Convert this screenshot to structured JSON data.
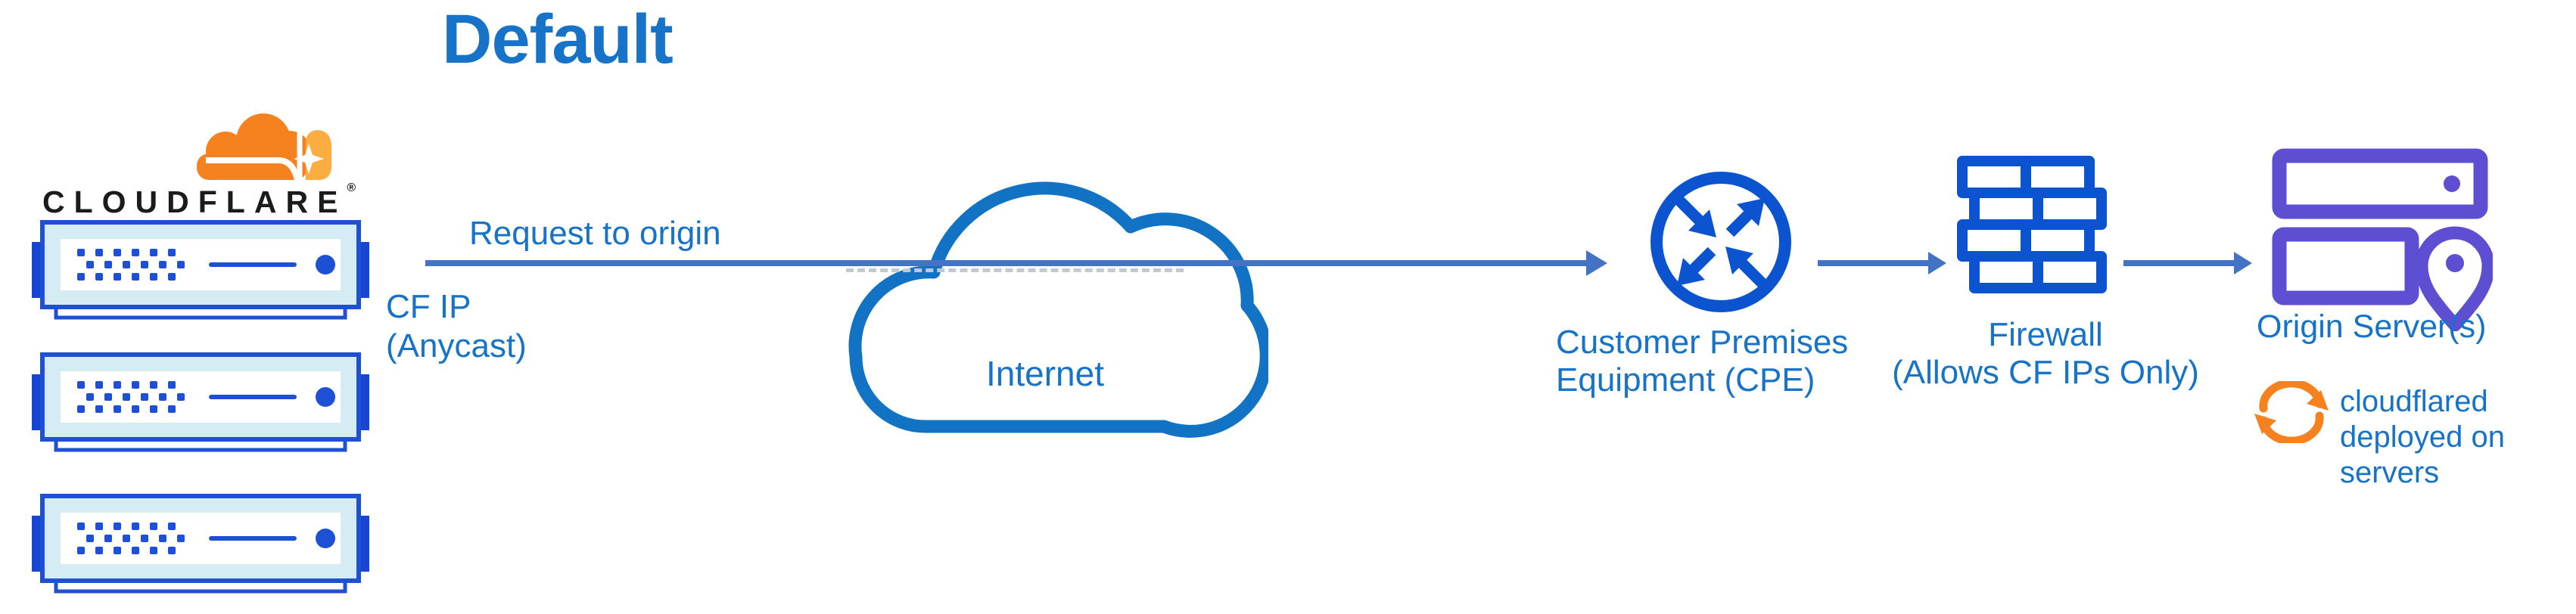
{
  "title": "Default",
  "logo": {
    "wordmark": "CLOUDFLARE",
    "registered": "®"
  },
  "labels": {
    "request": "Request to origin",
    "cf_ip": [
      "CF IP",
      "(Anycast)"
    ],
    "internet": "Internet",
    "cpe": [
      "Customer Premises",
      "Equipment (CPE)"
    ],
    "firewall": [
      "Firewall",
      "(Allows CF IPs Only)"
    ],
    "origin": "Origin Server(s)",
    "cloudflared": [
      "cloudflared",
      "deployed on",
      "servers"
    ]
  },
  "icons": {
    "logo_cloud": "cloudflare-cloud-icon",
    "edge_servers": "edge-server-icon",
    "internet": "internet-cloud-icon",
    "cpe": "cpe-router-icon",
    "firewall": "firewall-brick-icon",
    "origin": "origin-servers-icon",
    "location": "location-pin-icon",
    "sync": "sync-arrows-icon",
    "arrows": "flow-arrow"
  },
  "colors": {
    "title_text": "#1673C8",
    "label_text": "#1673C8",
    "arrow": "#4472C4",
    "icon_blue": "#0C53D0",
    "server_blue": "#1E50D6",
    "server_bezel": "#D5ECF5",
    "cloud_outline": "#1273C4",
    "purple": "#5D4ED2",
    "orange": "#F6821F",
    "orange_light": "#FBAD41",
    "wordmark_text": "#1B1B1B"
  }
}
